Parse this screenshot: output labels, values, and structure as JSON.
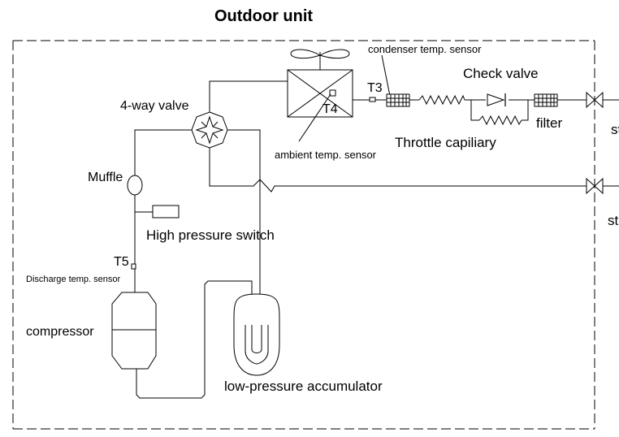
{
  "title": "Outdoor unit",
  "labels": {
    "condenser_sensor": "condenser temp. sensor",
    "check_valve": "Check valve",
    "t3": "T3",
    "t4": "T4",
    "four_way_valve": "4-way valve",
    "filter": "filter",
    "stop_valve_upper": "st",
    "throttle_capillary": "Throttle capiliary",
    "ambient_sensor": "ambient temp. sensor",
    "muffle": "Muffle",
    "stop_valve_lower": "st",
    "high_pressure_switch": "High pressure switch",
    "t5": "T5",
    "discharge_sensor": "Discharge temp. sensor",
    "compressor": "compressor",
    "accumulator": "low-pressure accumulator"
  }
}
